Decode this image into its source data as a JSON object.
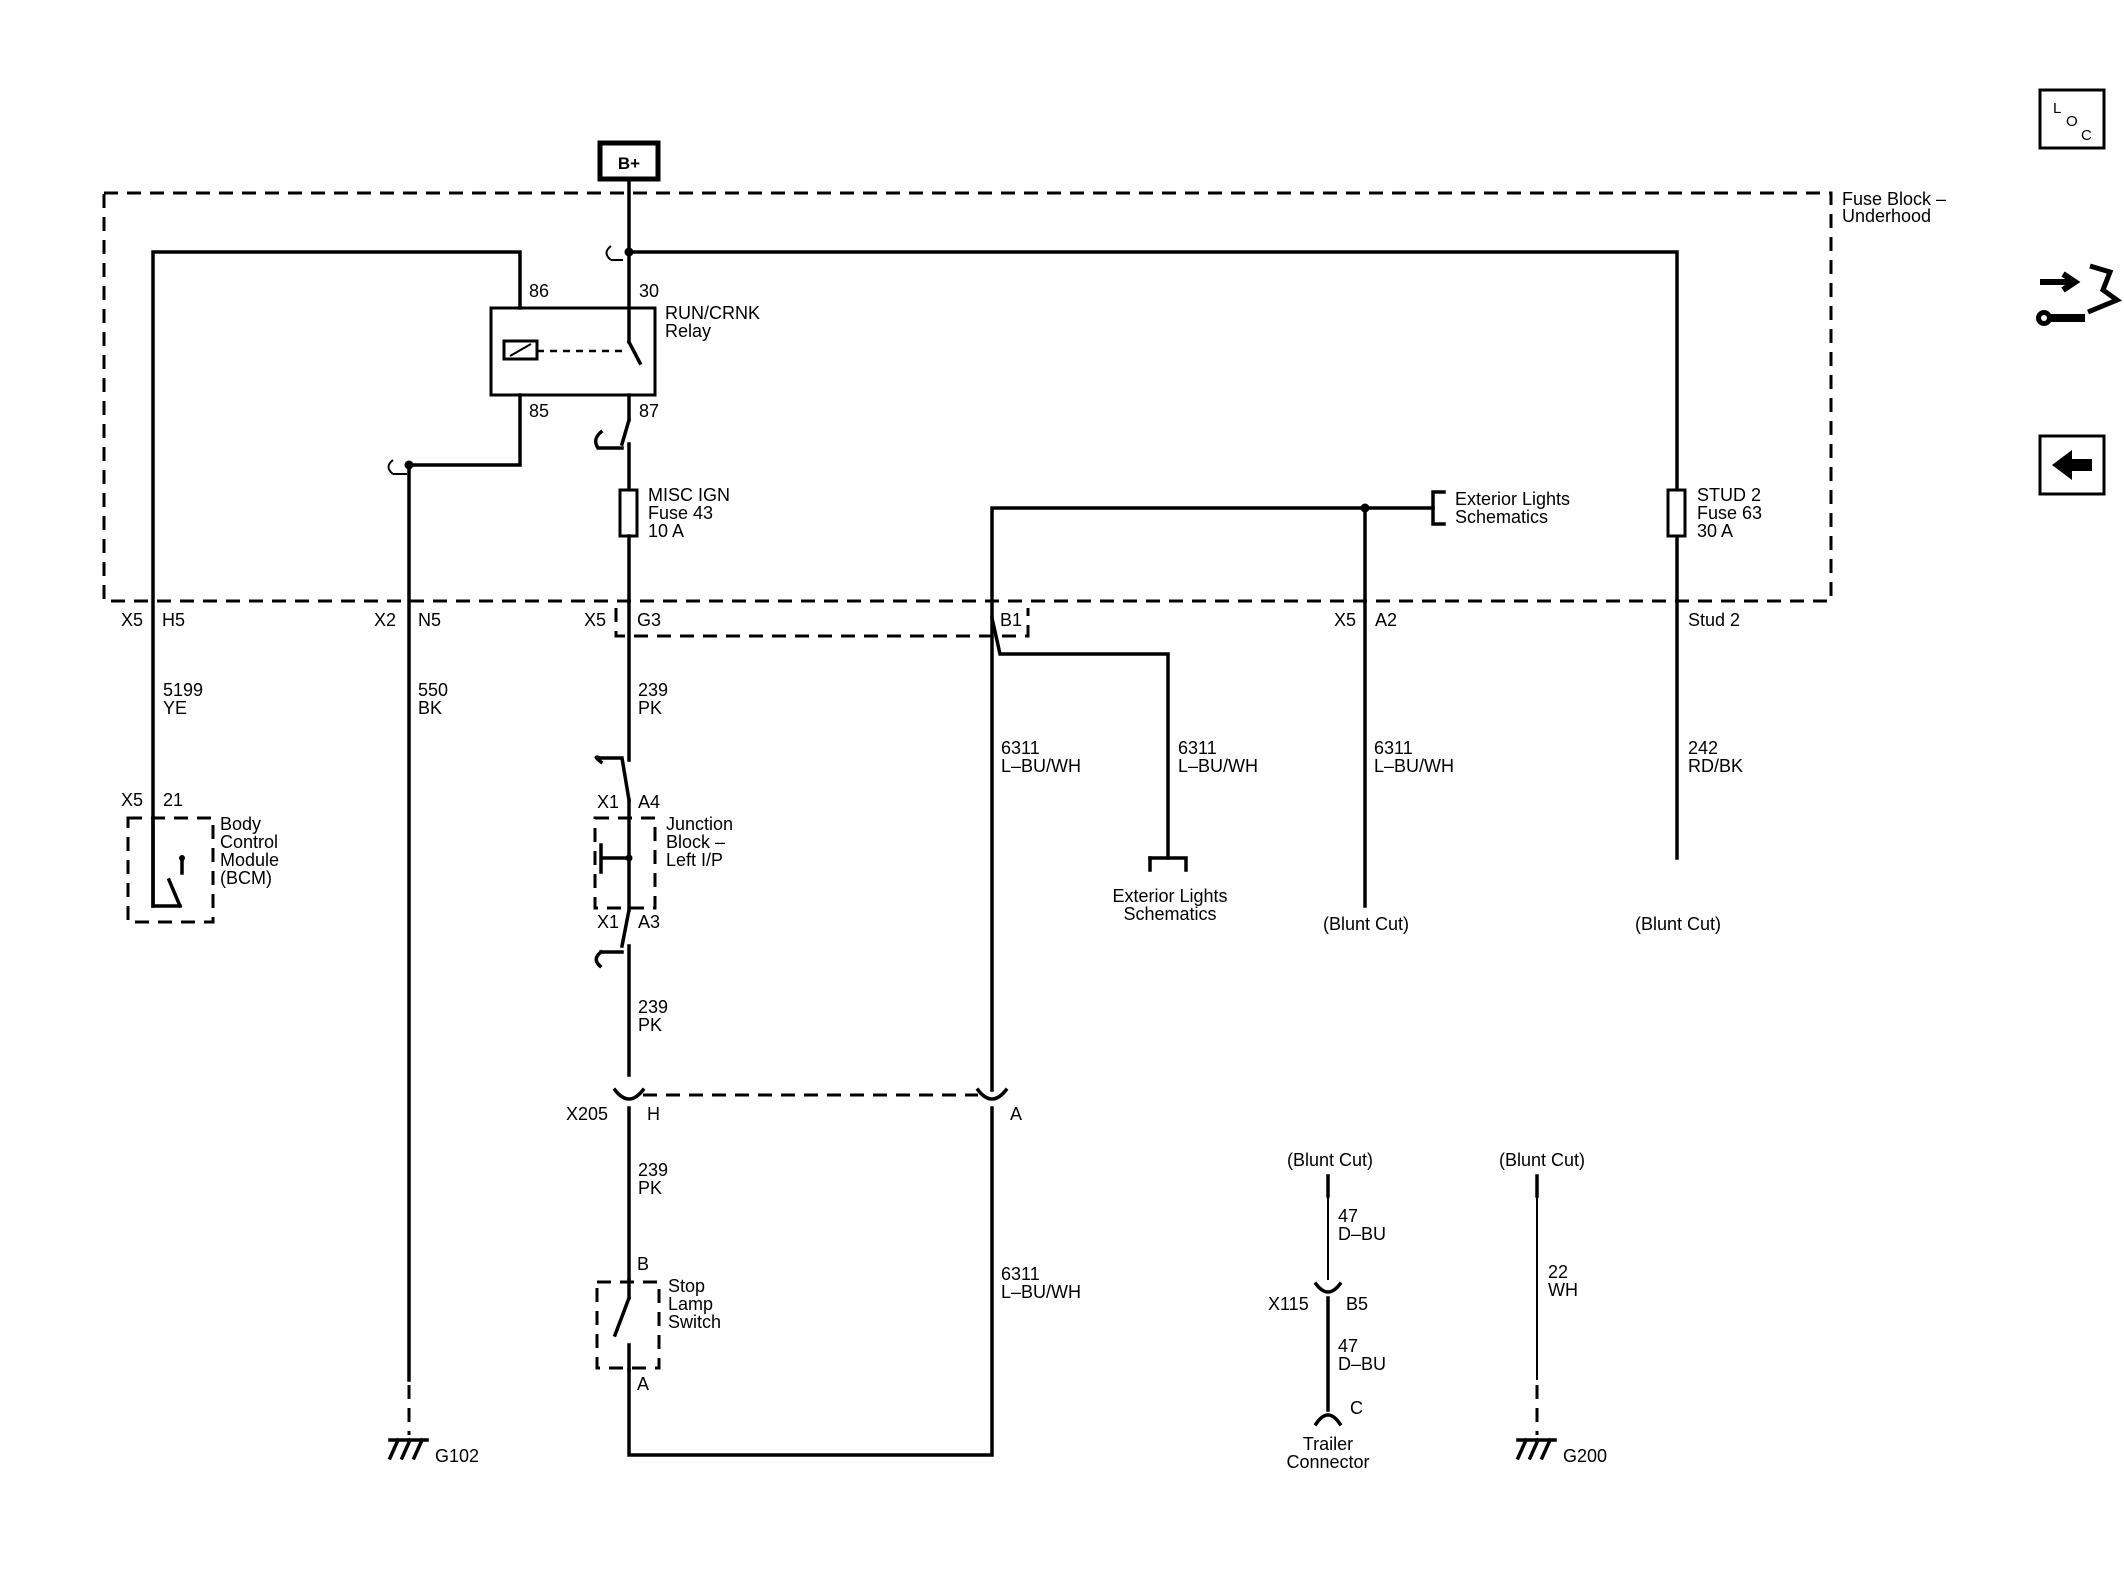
{
  "power": {
    "supply": "B+"
  },
  "fuse_block": {
    "title_line1": "Fuse Block –",
    "title_line2": "Underhood"
  },
  "relay": {
    "name_line1": "RUN/CRNK",
    "name_line2": "Relay",
    "pin_86": "86",
    "pin_85": "85",
    "pin_30": "30",
    "pin_87": "87"
  },
  "fuse43": {
    "line1": "MISC IGN",
    "line2": "Fuse 43",
    "line3": "10 A"
  },
  "fuse63": {
    "line1": "STUD 2",
    "line2": "Fuse 63",
    "line3": "30 A"
  },
  "ext_lights_top": {
    "line1": "Exterior Lights",
    "line2": "Schematics"
  },
  "ext_lights_mid": {
    "line1": "Exterior Lights",
    "line2": "Schematics"
  },
  "connectors": {
    "x5_h5": {
      "conn": "X5",
      "pin": "H5"
    },
    "x2_n5": {
      "conn": "X2",
      "pin": "N5"
    },
    "x5_g3": {
      "conn": "X5",
      "pin": "G3"
    },
    "b1": {
      "pin": "B1"
    },
    "x5_a2": {
      "conn": "X5",
      "pin": "A2"
    },
    "stud2": {
      "pin": "Stud 2"
    },
    "x5_21": {
      "conn": "X5",
      "pin": "21"
    },
    "x1_a4": {
      "conn": "X1",
      "pin": "A4"
    },
    "x1_a3": {
      "conn": "X1",
      "pin": "A3"
    },
    "x205": {
      "conn": "X205",
      "pin_h": "H",
      "pin_a": "A"
    },
    "stop_switch": {
      "pin_b": "B",
      "pin_a": "A"
    },
    "x115": {
      "conn": "X115",
      "pin": "B5"
    },
    "trailer_pin": {
      "pin": "C"
    }
  },
  "wires": {
    "w5199": {
      "circuit": "5199",
      "color": "YE"
    },
    "w550": {
      "circuit": "550",
      "color": "BK"
    },
    "w239_a": {
      "circuit": "239",
      "color": "PK"
    },
    "w239_b": {
      "circuit": "239",
      "color": "PK"
    },
    "w239_c": {
      "circuit": "239",
      "color": "PK"
    },
    "w6311_a": {
      "circuit": "6311",
      "color": "L–BU/WH"
    },
    "w6311_b": {
      "circuit": "6311",
      "color": "L–BU/WH"
    },
    "w6311_c": {
      "circuit": "6311",
      "color": "L–BU/WH"
    },
    "w6311_d": {
      "circuit": "6311",
      "color": "L–BU/WH"
    },
    "w242": {
      "circuit": "242",
      "color": "RD/BK"
    },
    "w47_a": {
      "circuit": "47",
      "color": "D–BU"
    },
    "w47_b": {
      "circuit": "47",
      "color": "D–BU"
    },
    "w22": {
      "circuit": "22",
      "color": "WH"
    }
  },
  "components": {
    "bcm": {
      "line1": "Body",
      "line2": "Control",
      "line3": "Module",
      "line4": "(BCM)"
    },
    "junction_block": {
      "line1": "Junction",
      "line2": "Block –",
      "line3": "Left I/P"
    },
    "stop_lamp_switch": {
      "line1": "Stop",
      "line2": "Lamp",
      "line3": "Switch"
    },
    "trailer_connector": {
      "line1": "Trailer",
      "line2": "Connector"
    }
  },
  "blunt_cut": {
    "a2": "(Blunt Cut)",
    "stud2": "(Blunt Cut)",
    "w47": "(Blunt Cut)",
    "w22": "(Blunt Cut)"
  },
  "grounds": {
    "g102": "G102",
    "g200": "G200"
  },
  "nav": {
    "loc_l": "L",
    "loc_o": "O",
    "loc_c": "C",
    "icons": [
      "location-icon",
      "connector-tools-icon",
      "back-arrow-icon"
    ]
  }
}
